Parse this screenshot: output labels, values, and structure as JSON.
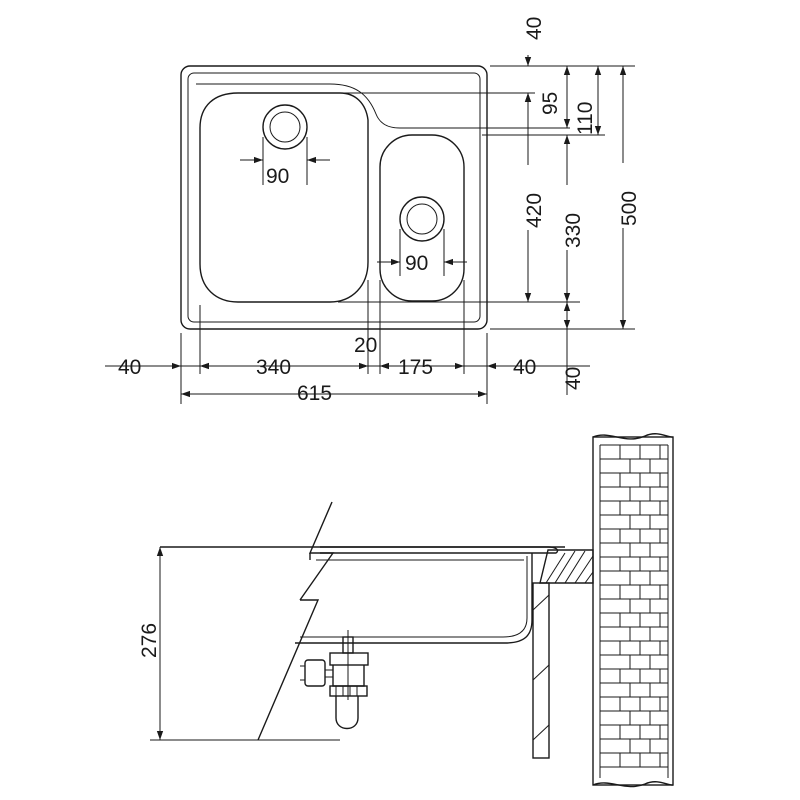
{
  "top_view": {
    "bowl_left_drain": "90",
    "bowl_right_drain": "90",
    "width_margin_left": "40",
    "width_bowl_left": "340",
    "width_divider": "20",
    "width_bowl_right": "175",
    "width_margin_right": "40",
    "width_total": "615",
    "depth_margin_top": "40",
    "depth_offset_left_bowl": "95",
    "depth_offset_right_bowl": "110",
    "depth_bowl_left": "420",
    "depth_bowl_right": "330",
    "depth_total": "500",
    "depth_margin_bottom": "40"
  },
  "side_view": {
    "height": "276"
  },
  "colors": {
    "line": "#1a1a1a",
    "background": "#ffffff"
  }
}
